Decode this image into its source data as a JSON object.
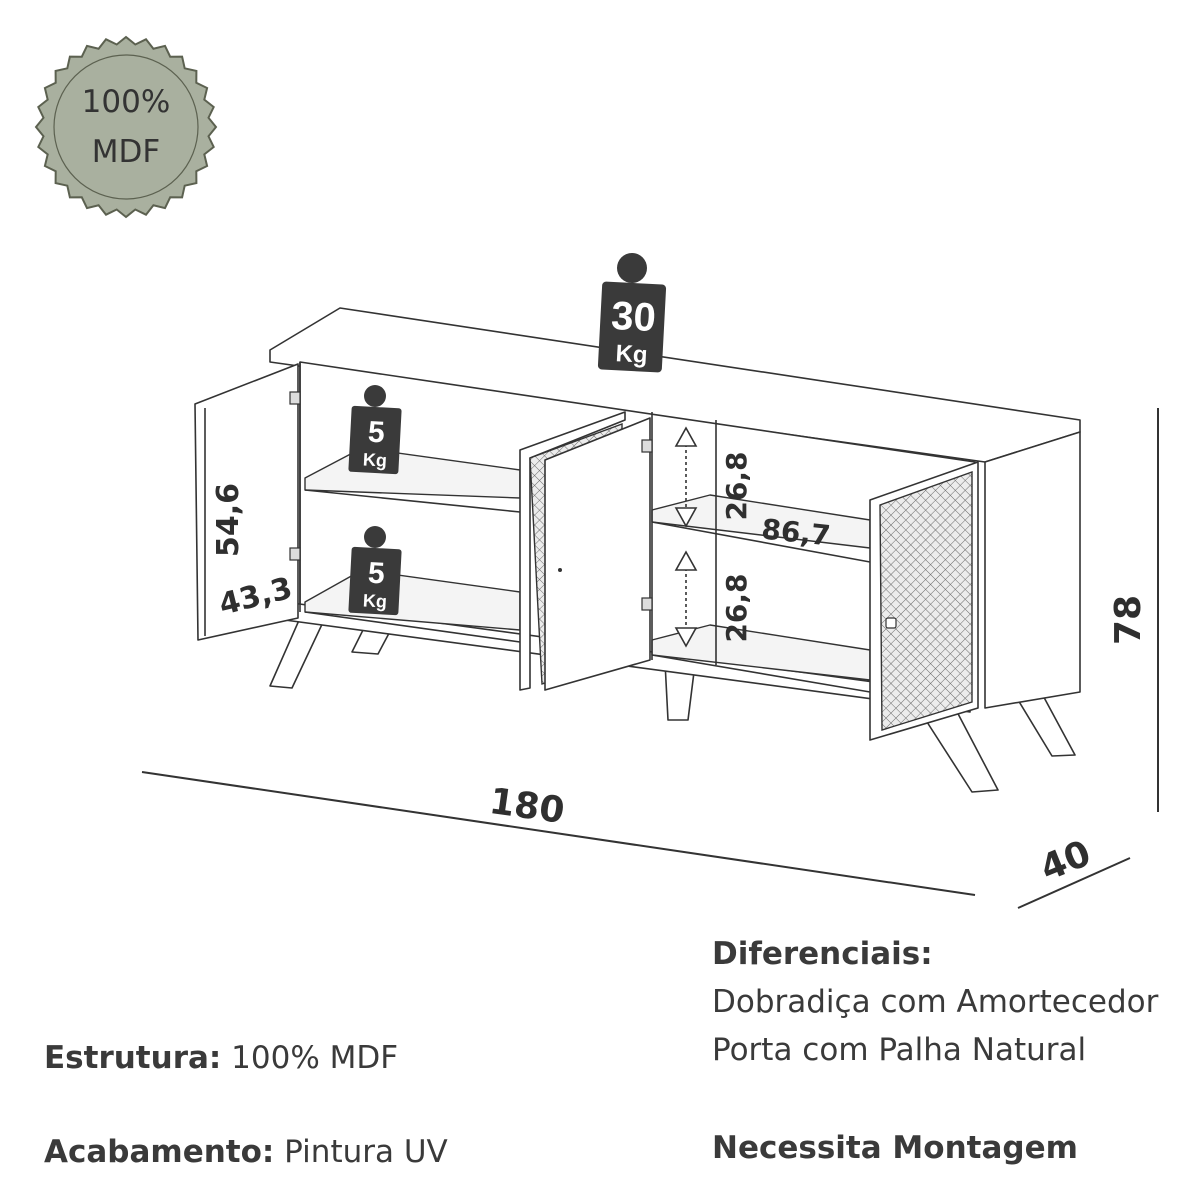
{
  "stamp": {
    "line1": "100%",
    "line2": "MDF",
    "color": "#a9b09f"
  },
  "weights": {
    "top": {
      "value": "30",
      "unit": "Kg"
    },
    "shelf_upper": {
      "value": "5",
      "unit": "Kg"
    },
    "shelf_lower": {
      "value": "5",
      "unit": "Kg"
    }
  },
  "dimensions": {
    "width": "180",
    "height": "78",
    "depth": "40",
    "door_height": "54,6",
    "door_width": "43,3",
    "niche_upper": "26,8",
    "niche_lower": "26,8",
    "niche_width": "86,7"
  },
  "specs": {
    "estrutura_label": "Estrutura:",
    "estrutura_value": " 100% MDF",
    "acabamento_label": "Acabamento:",
    "acabamento_value": " Pintura UV"
  },
  "features": {
    "title": "Diferenciais:",
    "items": [
      "Dobradiça com Amortecedor",
      "Porta com Palha Natural"
    ],
    "assembly": "Necessita Montagem"
  }
}
